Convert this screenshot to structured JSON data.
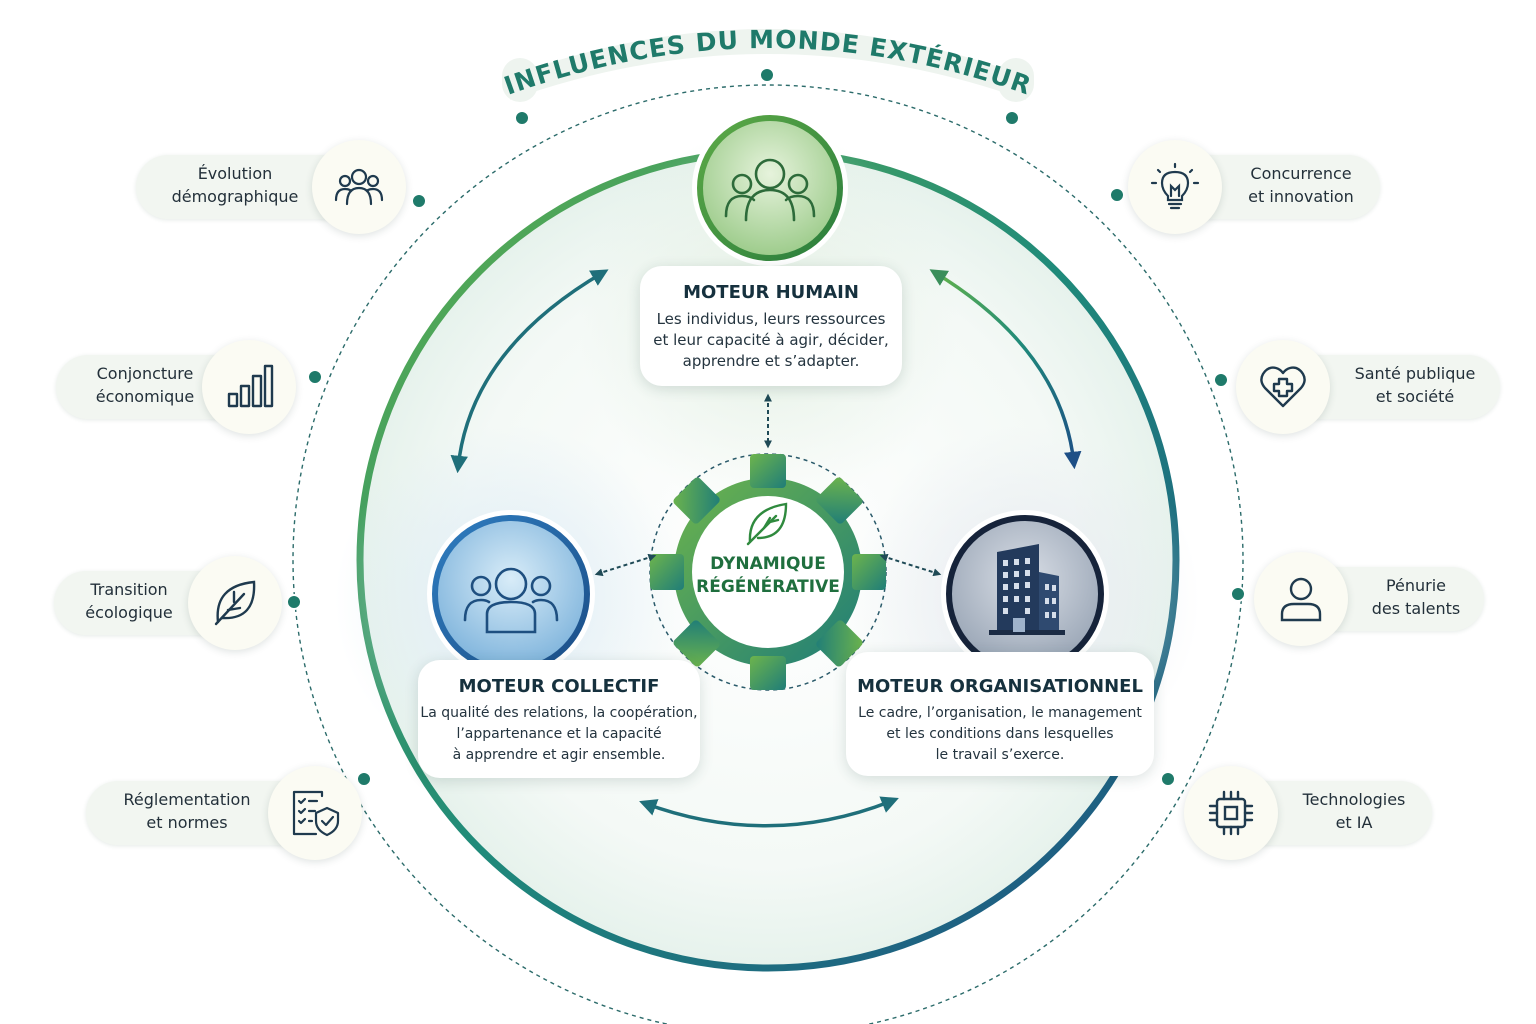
{
  "title": "INFLUENCES DU MONDE EXTÉRIEUR",
  "center": {
    "line1": "DYNAMIQUE",
    "line2": "RÉGÉNÉRATIVE",
    "icon": "leaf-icon"
  },
  "engines": {
    "human": {
      "title": "MOTEUR HUMAIN",
      "lines": [
        "Les individus, leurs ressources",
        "et leur capacité à agir, décider,",
        "apprendre et s’adapter."
      ],
      "icon": "people-icon"
    },
    "collective": {
      "title": "MOTEUR COLLECTIF",
      "lines": [
        "La qualité des relations, la coopération,",
        "l’appartenance et la capacité",
        "à apprendre et agir ensemble."
      ],
      "icon": "group-icon"
    },
    "organizational": {
      "title": "MOTEUR ORGANISATIONNEL",
      "lines": [
        "Le cadre, l’organisation, le management",
        "et les conditions dans lesquelles",
        "le travail s’exerce."
      ],
      "icon": "building-icon"
    }
  },
  "influences": {
    "left": [
      {
        "lines": [
          "Évolution",
          "démographique"
        ],
        "icon": "people-icon"
      },
      {
        "lines": [
          "Conjoncture",
          "économique"
        ],
        "icon": "bar-chart-icon"
      },
      {
        "lines": [
          "Transition",
          "écologique"
        ],
        "icon": "leaf-icon"
      },
      {
        "lines": [
          "Réglementation",
          "et normes"
        ],
        "icon": "checklist-shield-icon"
      }
    ],
    "right": [
      {
        "lines": [
          "Concurrence",
          "et innovation"
        ],
        "icon": "lightbulb-icon"
      },
      {
        "lines": [
          "Santé publique",
          "et société"
        ],
        "icon": "heart-cross-icon"
      },
      {
        "lines": [
          "Pénurie",
          "des talents"
        ],
        "icon": "person-icon"
      },
      {
        "lines": [
          "Technologies",
          "et IA"
        ],
        "icon": "chip-icon"
      }
    ]
  },
  "colors": {
    "green": "#3f9a4a",
    "teal": "#1f7b72",
    "navy": "#1d4f86",
    "dark": "#16313e"
  }
}
